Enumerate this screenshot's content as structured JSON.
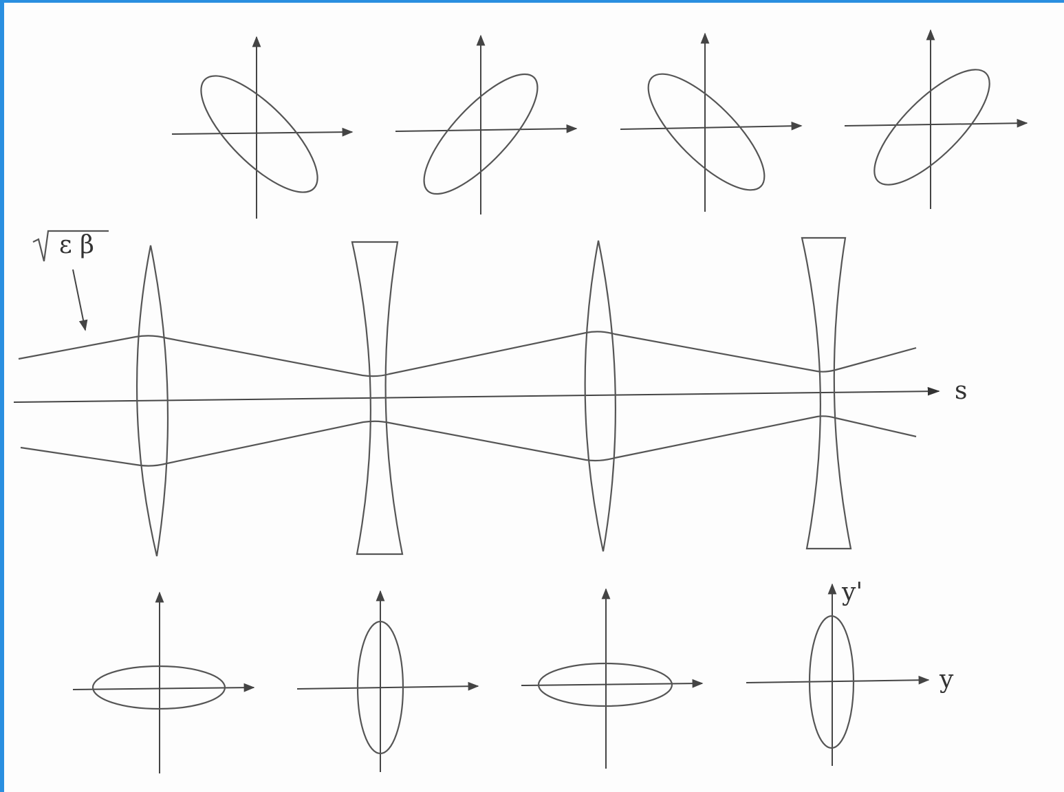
{
  "labels": {
    "envelope": "ε β",
    "axis_s": "s",
    "axis_y_prime": "y'",
    "axis_y": "y"
  },
  "colors": {
    "frame_accent": "#2a8fe0",
    "line": "#555555"
  },
  "icons": {
    "sqrt": "square-root-sign",
    "arrow": "arrowhead"
  }
}
